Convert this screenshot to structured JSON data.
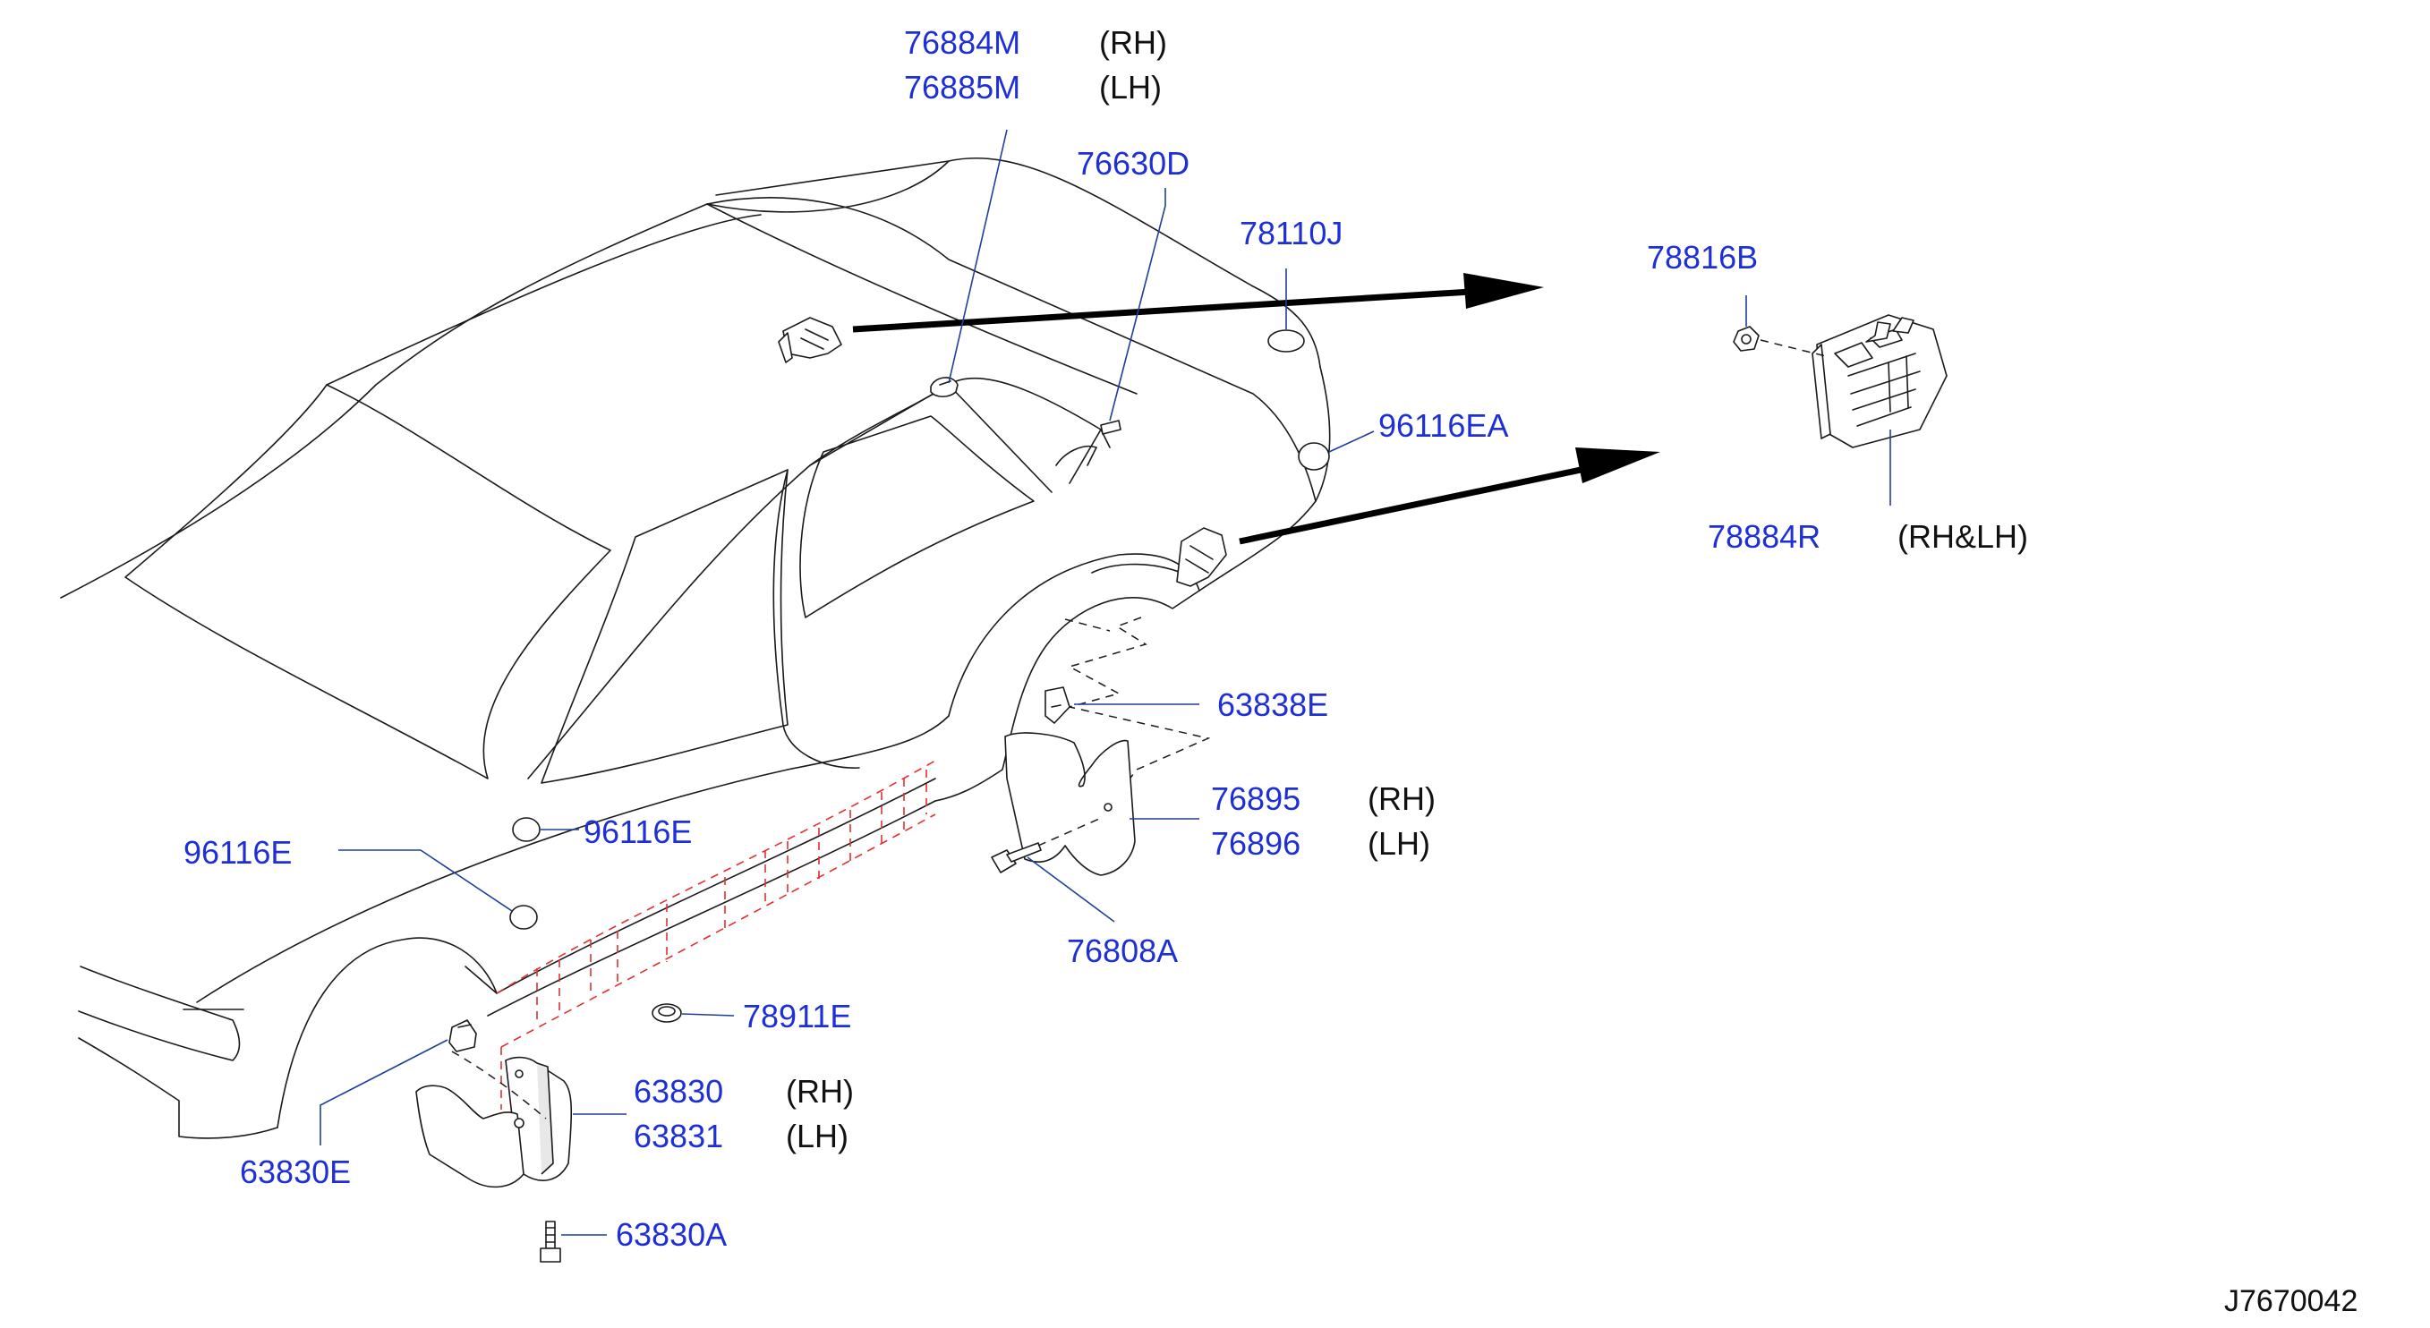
{
  "colors": {
    "part_number": "#1f2fd6",
    "text": "#111111",
    "line": "#1a1a1a",
    "leader": "#1f3f9a",
    "highlight_dash": "#e53030",
    "background": "#ffffff"
  },
  "labels": {
    "p76884M": "76884M",
    "s76884M": "(RH)",
    "p76885M": "76885M",
    "s76885M": "(LH)",
    "p76630D": "76630D",
    "p78110J": "78110J",
    "p78816B": "78816B",
    "p96116EA": "96116EA",
    "p78884R": "78884R",
    "s78884R": "(RH&LH)",
    "p63838E": "63838E",
    "p76895": "76895",
    "s76895": "(RH)",
    "p76896": "76896",
    "s76896": "(LH)",
    "p96116E_left": "96116E",
    "p96116E_door": "96116E",
    "p76808A": "76808A",
    "p78911E": "78911E",
    "p63830": "63830",
    "s63830": "(RH)",
    "p63831": "63831",
    "s63831": "(LH)",
    "p63830E": "63830E",
    "p63830A": "63830A",
    "diagram_ref": "J7670042"
  }
}
